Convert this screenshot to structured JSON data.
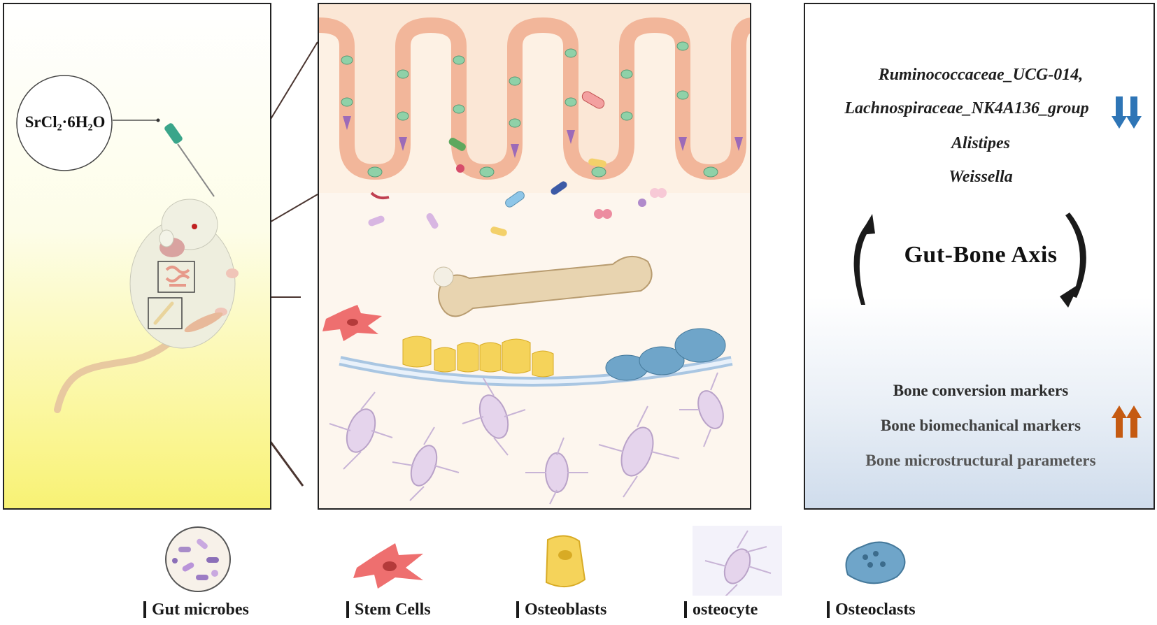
{
  "left_panel": {
    "compound_label": "SrCl₂·6H₂O"
  },
  "right_panel": {
    "genera": [
      "Ruminococcaceae_UCG-014,",
      "Lachnospiraceae_NK4A136_group",
      "Alistipes",
      "Weissella"
    ],
    "genera_trend": "down",
    "axis_title": "Gut-Bone Axis",
    "markers": [
      "Bone conversion markers",
      "Bone biomechanical markers",
      "Bone microstructural parameters"
    ],
    "markers_trend": "up",
    "colors": {
      "down_arrow": "#2e75b6",
      "up_arrow": "#c55a11"
    }
  },
  "legend": {
    "items": [
      {
        "label": "Gut microbes",
        "icon": "gut-microbes-icon"
      },
      {
        "label": "Stem Cells",
        "icon": "stem-cell-icon"
      },
      {
        "label": "Osteoblasts",
        "icon": "osteoblast-icon"
      },
      {
        "label": "osteocyte",
        "icon": "osteocyte-icon"
      },
      {
        "label": "Osteoclasts",
        "icon": "osteoclast-icon"
      }
    ]
  }
}
